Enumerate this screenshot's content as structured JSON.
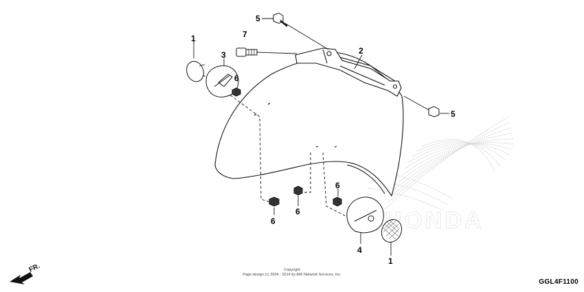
{
  "diagram": {
    "callouts": [
      {
        "id": "c1a",
        "text": "1"
      },
      {
        "id": "c3",
        "text": "3"
      },
      {
        "id": "c6a",
        "text": "6"
      },
      {
        "id": "c7",
        "text": "7"
      },
      {
        "id": "c5a",
        "text": "5"
      },
      {
        "id": "c2",
        "text": "2"
      },
      {
        "id": "c5b",
        "text": "5"
      },
      {
        "id": "c6b",
        "text": "6"
      },
      {
        "id": "c6c",
        "text": "6"
      },
      {
        "id": "c6d",
        "text": "6"
      },
      {
        "id": "c4",
        "text": "4"
      },
      {
        "id": "c1b",
        "text": "1"
      }
    ],
    "direction_label": "FR.",
    "watermark": "HONDA",
    "copyright_title": "Copyright",
    "copyright_line": "Page design (c) 2004 - 2014 by ARI Network Services, Inc.",
    "part_code": "GGL4F1100"
  }
}
